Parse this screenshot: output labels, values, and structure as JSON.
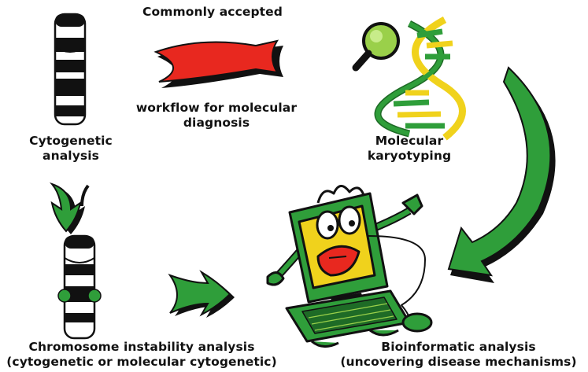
{
  "labels": {
    "workflow_top": "Commonly accepted",
    "workflow_bottom_line1": "workflow for molecular",
    "workflow_bottom_line2": "diagnosis",
    "cytogenetic_line1": "Cytogenetic",
    "cytogenetic_line2": "analysis",
    "molecular_line1": "Molecular",
    "molecular_line2": "karyotyping",
    "instability_line1": "Chromosome instability analysis",
    "instability_line2": "(cytogenetic or molecular cytogenetic)",
    "bioinformatic_line1": "Bioinformatic analysis",
    "bioinformatic_line2": "(uncovering disease mechanisms)"
  },
  "colors": {
    "green": "#2f9e3a",
    "dark_green": "#1e6b26",
    "red": "#e8281f",
    "yellow": "#f0d21c",
    "black": "#111111"
  }
}
